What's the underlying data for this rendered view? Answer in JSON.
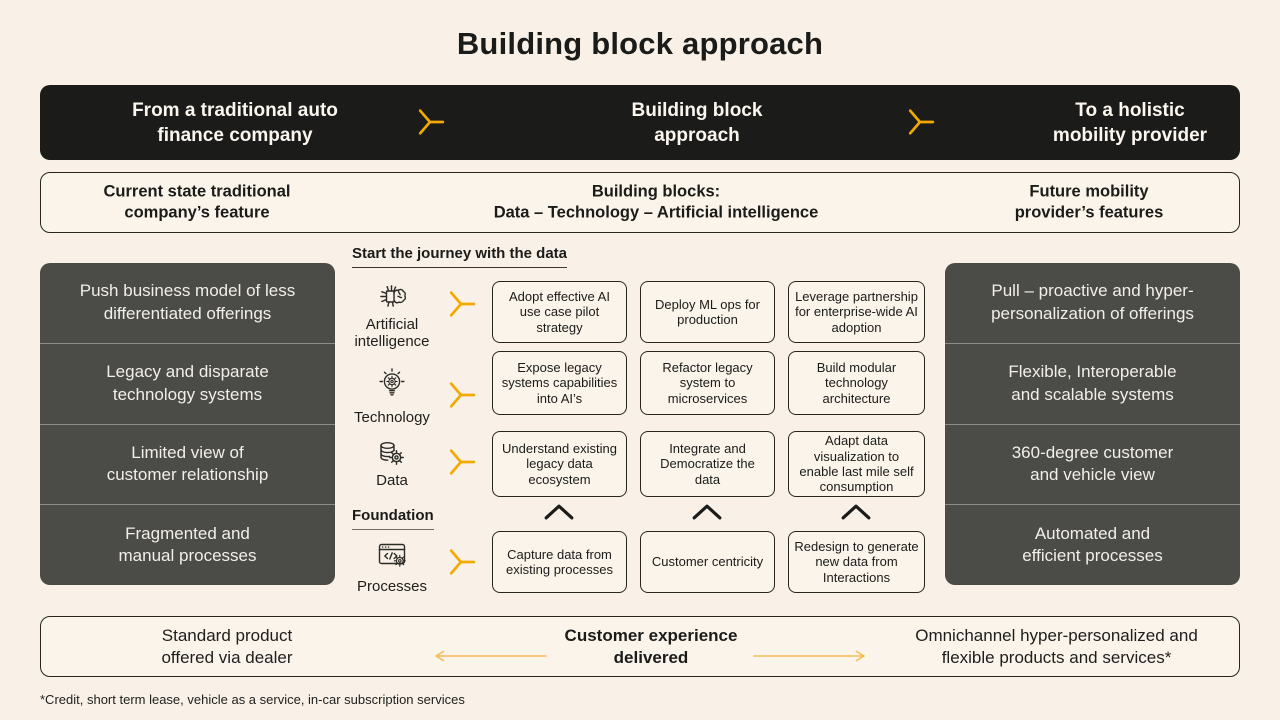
{
  "page": {
    "title": "Building block approach",
    "footnote": "*Credit, short term lease, vehicle as a service, in-car subscription services"
  },
  "colors": {
    "background": "#F9F1E7",
    "bar_black": "#1B1B19",
    "dark_box": "#4B4B47",
    "box_cream": "#FBF4EB",
    "accent_orange": "#F2A900",
    "arrow_orange": "#F5BB55",
    "text_dark": "#1E1E1C",
    "text_light": "#F2EFE9"
  },
  "header": {
    "left_lines": [
      "From a traditional auto",
      "finance company"
    ],
    "center_lines": [
      "Building block",
      "approach"
    ],
    "right_lines": [
      "To a holistic",
      "mobility provider"
    ]
  },
  "subheader": {
    "left_lines": [
      "Current state traditional",
      "company’s feature"
    ],
    "center_lines": [
      "Building blocks:",
      "Data – Technology – Artificial intelligence"
    ],
    "right_lines": [
      "Future mobility",
      "provider’s features"
    ]
  },
  "left_column": {
    "items": [
      {
        "lines": [
          "Push business model of less",
          "differentiated offerings"
        ]
      },
      {
        "lines": [
          "Legacy and disparate",
          "technology systems"
        ]
      },
      {
        "lines": [
          "Limited view of",
          "customer relationship"
        ]
      },
      {
        "lines": [
          "Fragmented and",
          "manual processes"
        ]
      }
    ]
  },
  "right_column": {
    "items": [
      {
        "lines": [
          "Pull – proactive and hyper-",
          "personalization of offerings"
        ]
      },
      {
        "lines": [
          "Flexible, Interoperable",
          "and scalable systems"
        ]
      },
      {
        "lines": [
          "360-degree customer",
          "and vehicle view"
        ]
      },
      {
        "lines": [
          "Automated and",
          "efficient processes"
        ]
      }
    ]
  },
  "middle": {
    "journey_heading": "Start the journey with the data",
    "foundation_heading": "Foundation",
    "rows": [
      {
        "icon": "artificial-intelligence-icon",
        "label": "Artificial intelligence",
        "cells": [
          "Adopt effective AI use case pilot strategy",
          "Deploy ML ops for production",
          "Leverage partnership for enterprise-wide AI adoption"
        ]
      },
      {
        "icon": "technology-icon",
        "label": "Technology",
        "cells": [
          "Expose legacy systems capabilities into AI’s",
          "Refactor legacy system to microservices",
          "Build modular technology architecture"
        ]
      },
      {
        "icon": "data-icon",
        "label": "Data",
        "cells": [
          "Understand existing legacy data ecosystem",
          "Integrate and Democratize the data",
          "Adapt data visualization to enable last mile self consumption"
        ]
      },
      {
        "icon": "processes-icon",
        "label": "Processes",
        "cells": [
          "Capture data from existing processes",
          "Customer centricity",
          "Redesign to generate new data from Interactions"
        ]
      }
    ]
  },
  "bottom": {
    "left_lines": [
      "Standard product",
      "offered via dealer"
    ],
    "center_lines": [
      "Customer experience",
      "delivered"
    ],
    "right_lines": [
      "Omnichannel hyper-personalized and",
      "flexible products and services*"
    ]
  }
}
